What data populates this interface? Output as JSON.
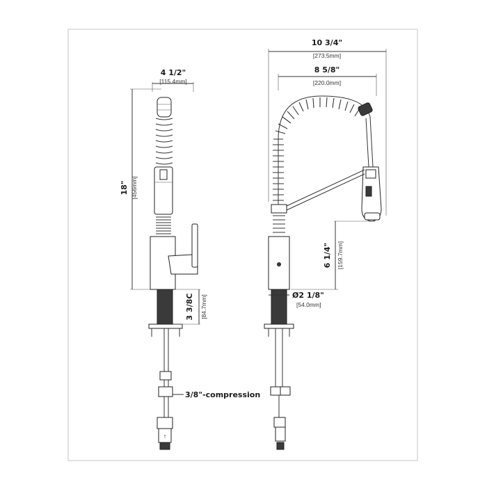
{
  "drawing": {
    "side_view": {
      "width_dim": {
        "imperial": "4 1/2\"",
        "metric": "[115.4mm]"
      },
      "height_dim": {
        "imperial": "18\"",
        "metric": "[456mm]"
      },
      "shank_dim": {
        "imperial": "3 3/8C",
        "metric": "[84.7mm]"
      },
      "connector_callout": "3/8\"-compression"
    },
    "front_view": {
      "reach_dim": {
        "imperial": "10 3/4\"",
        "metric": "[273.5mm]"
      },
      "spring_dim": {
        "imperial": "8 5/8\"",
        "metric": "[220.0mm]"
      },
      "spout_height_dim": {
        "imperial": "6 1/4\"",
        "metric": "[159.7mm]"
      },
      "base_dim": {
        "imperial": "Ø2 1/8\"",
        "metric": "[54.0mm]"
      }
    }
  },
  "colors": {
    "frame": "#d9d9d9",
    "line": "#333333",
    "dark_fill": "#3a3a3a"
  }
}
